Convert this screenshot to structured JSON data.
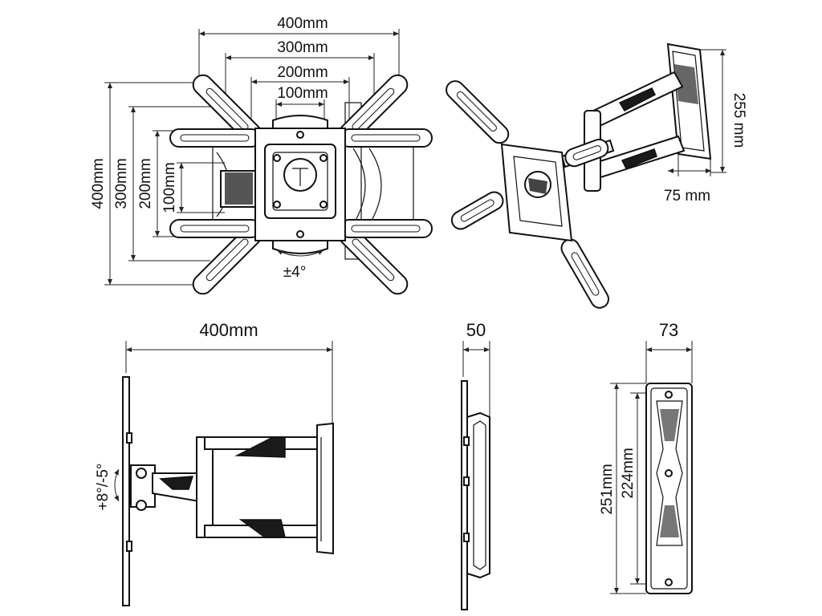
{
  "front_view": {
    "dim_top_1": "400mm",
    "dim_top_2": "300mm",
    "dim_top_3": "200mm",
    "dim_top_4": "100mm",
    "dim_left_1": "400mm",
    "dim_left_2": "300mm",
    "dim_left_3": "200mm",
    "dim_left_4": "100mm",
    "tilt_rotation": "±4°"
  },
  "perspective_view": {
    "height": "255 mm",
    "depth": "75 mm"
  },
  "side_view": {
    "extension": "400mm",
    "tilt": "+8°/-5°"
  },
  "profile_view": {
    "thickness": "50"
  },
  "wall_plate_view": {
    "width": "73",
    "outer_height": "251mm",
    "inner_height": "224mm"
  }
}
